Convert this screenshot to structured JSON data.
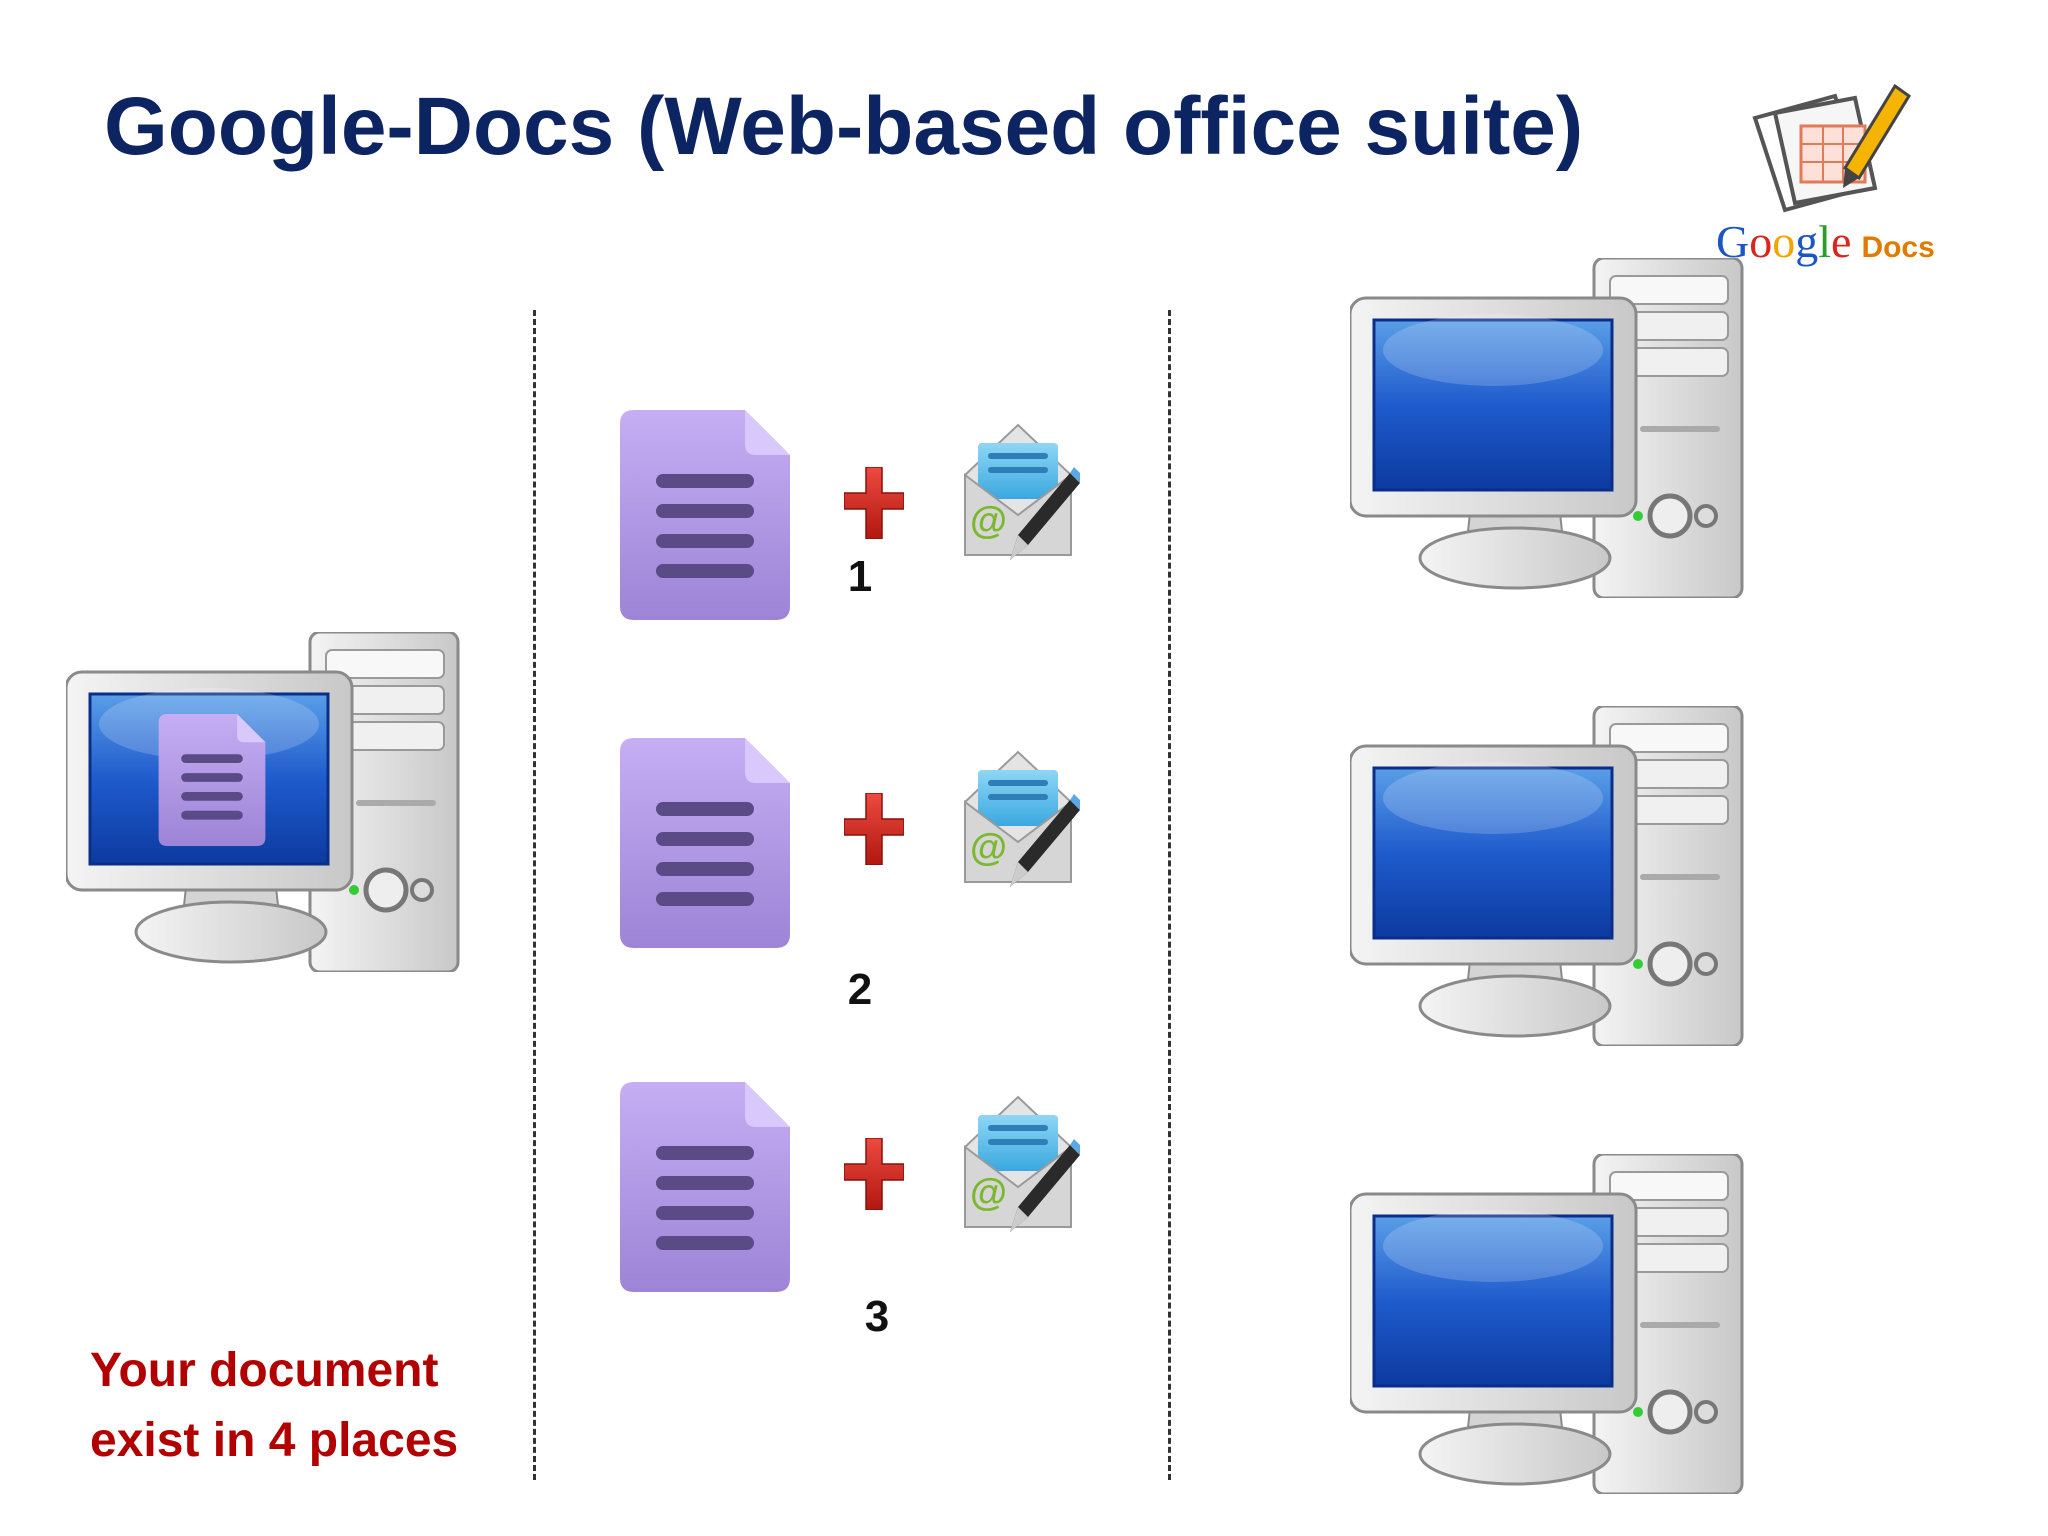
{
  "title": "Google-Docs (Web-based office suite)",
  "logo": {
    "google_letters": [
      {
        "ch": "G",
        "color": "#1a56c4"
      },
      {
        "ch": "o",
        "color": "#d9261c"
      },
      {
        "ch": "o",
        "color": "#f0a500"
      },
      {
        "ch": "g",
        "color": "#1a56c4"
      },
      {
        "ch": "l",
        "color": "#2a9d2a"
      },
      {
        "ch": "e",
        "color": "#d9261c"
      }
    ],
    "docs_label": "Docs",
    "icon": "google-docs-logo-icon"
  },
  "steps": [
    {
      "number": "1",
      "icons": [
        "document-icon",
        "plus-icon",
        "email-compose-icon"
      ]
    },
    {
      "number": "2",
      "icons": [
        "document-icon",
        "plus-icon",
        "email-compose-icon"
      ]
    },
    {
      "number": "3",
      "icons": [
        "document-icon",
        "plus-icon",
        "email-compose-icon"
      ]
    }
  ],
  "caption": {
    "line1": "Your document",
    "line2": "exist in 4 places"
  },
  "computers": {
    "sender": {
      "icon": "desktop-computer-icon",
      "screen_icon": "document-icon"
    },
    "recipients": [
      {
        "icon": "desktop-computer-icon"
      },
      {
        "icon": "desktop-computer-icon"
      },
      {
        "icon": "desktop-computer-icon"
      }
    ]
  },
  "colors": {
    "title": "#0c2461",
    "caption": "#b20000",
    "document": "#b49ae8",
    "document_lines": "#5a4a86",
    "plus": "#d9261c",
    "screen": "#1a4fc0",
    "docs_label": "#e07b00"
  }
}
